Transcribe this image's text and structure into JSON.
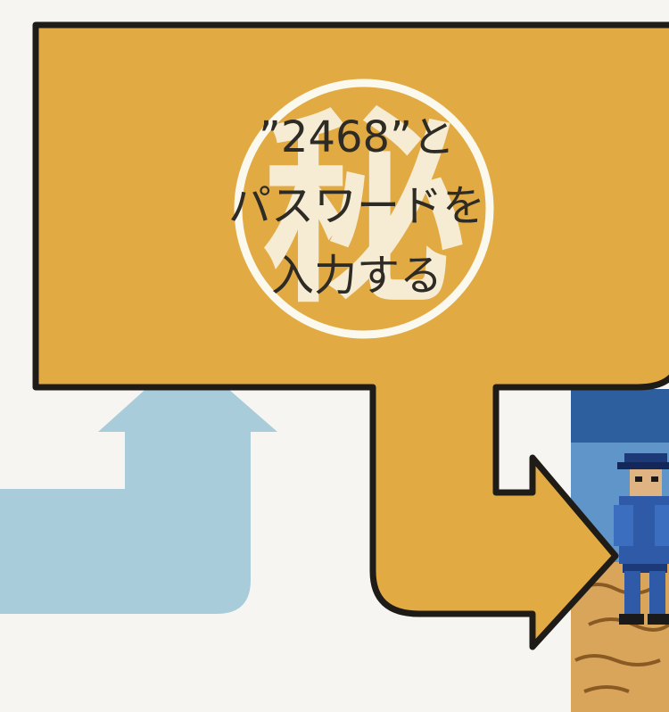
{
  "caption": {
    "line1": "”2468”と",
    "line2": "パスワードを",
    "line3": "入力する"
  },
  "stamp": {
    "glyph": "秘",
    "icon": "secret-stamp-icon"
  },
  "colors": {
    "background": "#f6f5f1",
    "panel_fill": "#e2aa43",
    "outline": "#1f1c18",
    "blue_arrow": "#a9ccda",
    "stamp_white": "#fbf8ee",
    "sky": "#5f95c9",
    "sand": "#d8a55a"
  },
  "game_screenshot": {
    "icon": "guard-character-sprite"
  }
}
